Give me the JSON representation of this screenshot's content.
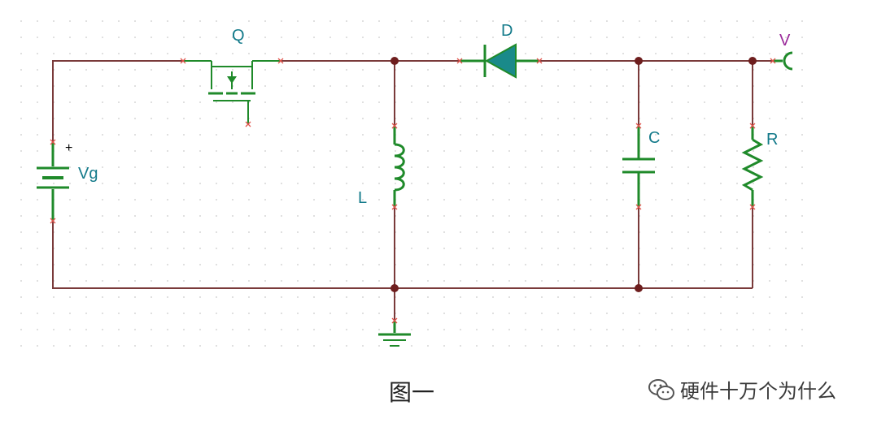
{
  "labels": {
    "switch": "Q",
    "diode": "D",
    "output": "V",
    "source": "Vg",
    "source_polarity": "+",
    "inductor": "L",
    "capacitor": "C",
    "resistor": "R"
  },
  "caption": "图一",
  "watermark": "硬件十万个为什么",
  "colors": {
    "wire": "#7a3a3a",
    "component": "#1f8a2a",
    "label": "#137a8a",
    "output_label": "#9a2a9a",
    "pin_marker": "#e0524a",
    "junction": "#6e1e1e"
  }
}
